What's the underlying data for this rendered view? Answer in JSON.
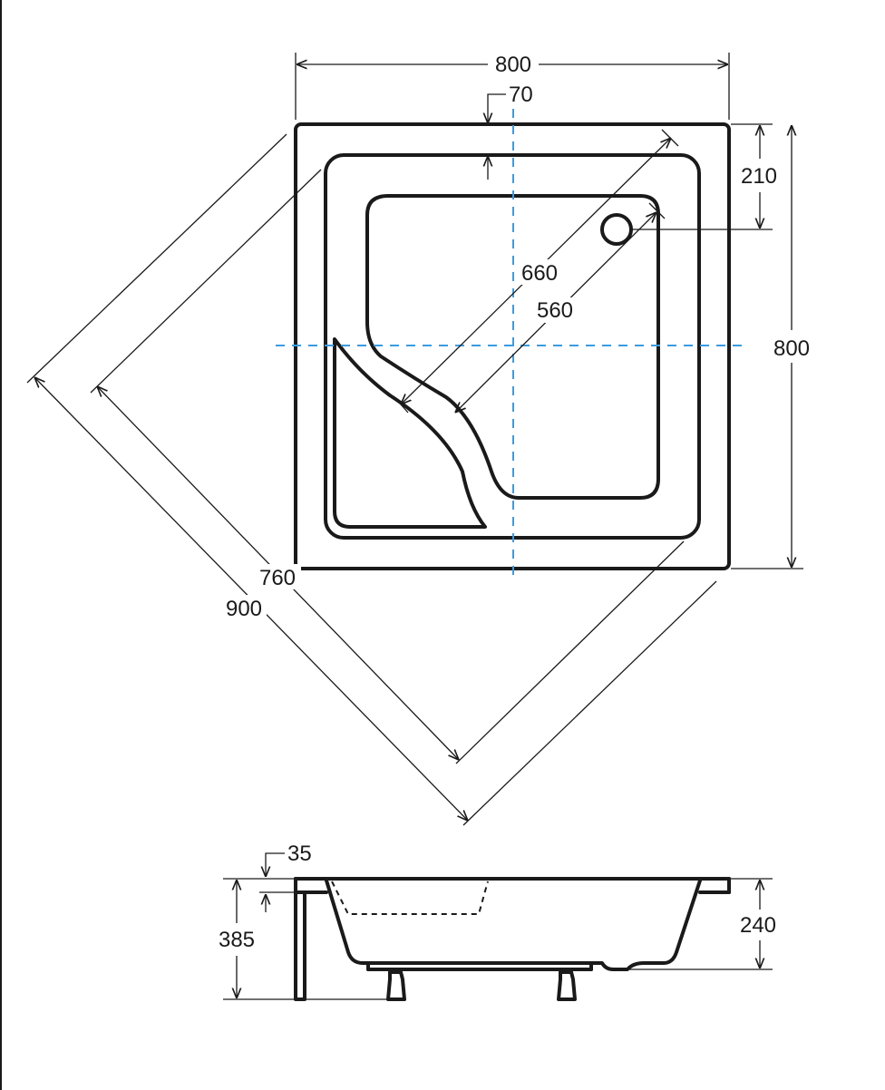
{
  "dimensions": {
    "top_width": "800",
    "rim": "70",
    "offset_right": "210",
    "right_height": "800",
    "diag_outer": "660",
    "diag_inner": "560",
    "edge_inner": "760",
    "edge_outer": "900",
    "side_rim": "35",
    "side_height": "385",
    "side_depth": "240"
  },
  "colors": {
    "outline": "#1a1a1a",
    "center_axis": "#3b9be0"
  }
}
